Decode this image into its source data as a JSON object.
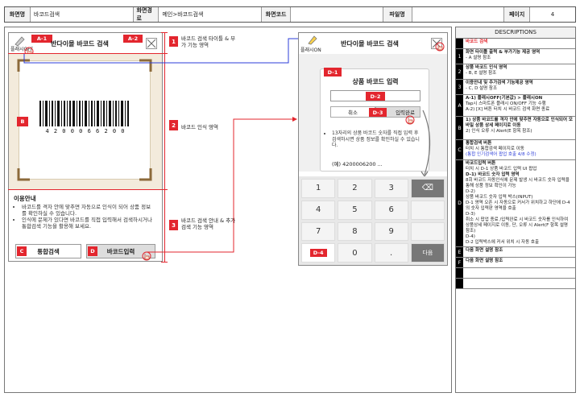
{
  "header": {
    "screen_name_label": "화면명",
    "screen_name": "바코드검색",
    "screen_path_label": "화면경로",
    "screen_path": "메인>바코드검색",
    "screen_code_label": "화면코드",
    "screen_code": "",
    "file_name_label": "파일명",
    "file_name": "",
    "page_label": "페이지",
    "page": "4"
  },
  "left_screen": {
    "title": "반다이몰 바코드 검색",
    "flash_label": "플래시OFF",
    "tag_a1": "A-1",
    "tag_a2": "A-2",
    "tag_b": "B",
    "barcode_digits": "4 2 0 0 0 6 6 2 0 0",
    "guide_title": "이용안내",
    "guide_items": [
      "바코드를 격자 안에 맞추면 자동으로 인식이 되어 상품 정보를 확인하실 수 있습니다.",
      "인식에 문제가 있다면 바코드를 직접 입력해서 검색하시거나 통합검색 기능을 활용해 보세요."
    ],
    "tag_c": "C",
    "btn_search": "통합검색",
    "tag_d": "D",
    "btn_input": "바코드입력"
  },
  "annotations": {
    "n1": "1",
    "a1": "바코드 검색 타이틀 & 부가 기능 영역",
    "n2": "2",
    "a2": "바코드 인식 영역",
    "n3": "3",
    "a3": "바코드 검색 안내 & 추가 검색 기능 영역"
  },
  "right_screen": {
    "title": "반다이몰 바코드 검색",
    "flash_label": "플래시ON",
    "tag_d1": "D-1",
    "popup_title": "상품 바코드 입력",
    "tag_d2": "D-2",
    "btn_cancel": "취소",
    "tag_d3": "D-3",
    "btn_done": "입력완료",
    "popup_note": "13자리의 상품 바코드 숫자를 직접 입력 후 검색하시면 상품 정보를 확인하실 수 있습니다.",
    "popup_example": "(예) 4200006200 ...",
    "keys": [
      "1",
      "2",
      "3",
      "⌫",
      "4",
      "5",
      "6",
      "",
      "7",
      "8",
      "9",
      "",
      "D-4",
      "0",
      ".",
      "다음"
    ]
  },
  "descriptions": {
    "title": "DESCRIPTIONS",
    "rows": [
      {
        "num": "",
        "lines": [
          "바코드 검색"
        ],
        "style": "red"
      },
      {
        "num": "1",
        "lines": [
          "화면 타이틀 출력 & 부가기능 제공 영역",
          "- A 설명 참조"
        ]
      },
      {
        "num": "2",
        "lines": [
          "상품 바코드 인식 영역",
          "- B, E 설명 참조"
        ]
      },
      {
        "num": "3",
        "lines": [
          "이용안내 및 추가검색 기능제공 영역",
          "- C, D 설명 참조"
        ]
      },
      {
        "num": "A",
        "lines": [
          "A-1) 플래시OFF(기본값) > 플래시ON",
          "Tap시 스마트폰 플래시 ON/OFF 기능 수행",
          "A-2) [X] 버튼 터치 시 바코드 검색 화면 종료"
        ]
      },
      {
        "num": "B",
        "lines": [
          "1) 상품 바코드를 격자 안에 맞추면 자동으로 인식되어 모바일 상품 상세 페이지로 이동",
          "2) 인식 오류 시 Alert(E 항목 참조)"
        ]
      },
      {
        "num": "C",
        "lines": [
          "통합검색 버튼",
          "터치 시 통합검색 페이지로 이동",
          "(통합 인기검색어 팝업 호출 4/8 수정)"
        ]
      },
      {
        "num": "D",
        "lines": [
          "바코드입력 버튼",
          "터치 시 D-1 상품 바코드 입력 UI 팝업",
          "D-1) 바코드 숫자 입력 영역",
          "8회 바코드 자동인식에 문제 발생 시 바코드 숫자 입력을 통해 상품 정보 확인이 가능",
          "D-2)",
          "상품 바코드 숫자 입력 박스(INPUT)",
          "D-1 영역 오픈 시 자동으로 커서가 위치하고 하단에 D-4의 숫자 입력판 영역을 호출",
          "D-3)",
          "취소 시 팝업 종료 /입력완료 시 바코드 숫자를 인식하여 상품상세 페이지로 이동, 단, 오류 시 Alert(F 항목 설명 참조)",
          "D-4)",
          "D-2 입력박스에 커서 위치 시 자동 호출"
        ]
      },
      {
        "num": "E",
        "lines": [
          "다음 화면 설명 참조"
        ]
      },
      {
        "num": "F",
        "lines": [
          "다음 화면 설명 참조"
        ]
      },
      {
        "num": "",
        "lines": [
          ""
        ]
      },
      {
        "num": "",
        "lines": [
          ""
        ]
      }
    ]
  },
  "colors": {
    "accent": "#e3262e",
    "link": "#2d3ed8"
  }
}
